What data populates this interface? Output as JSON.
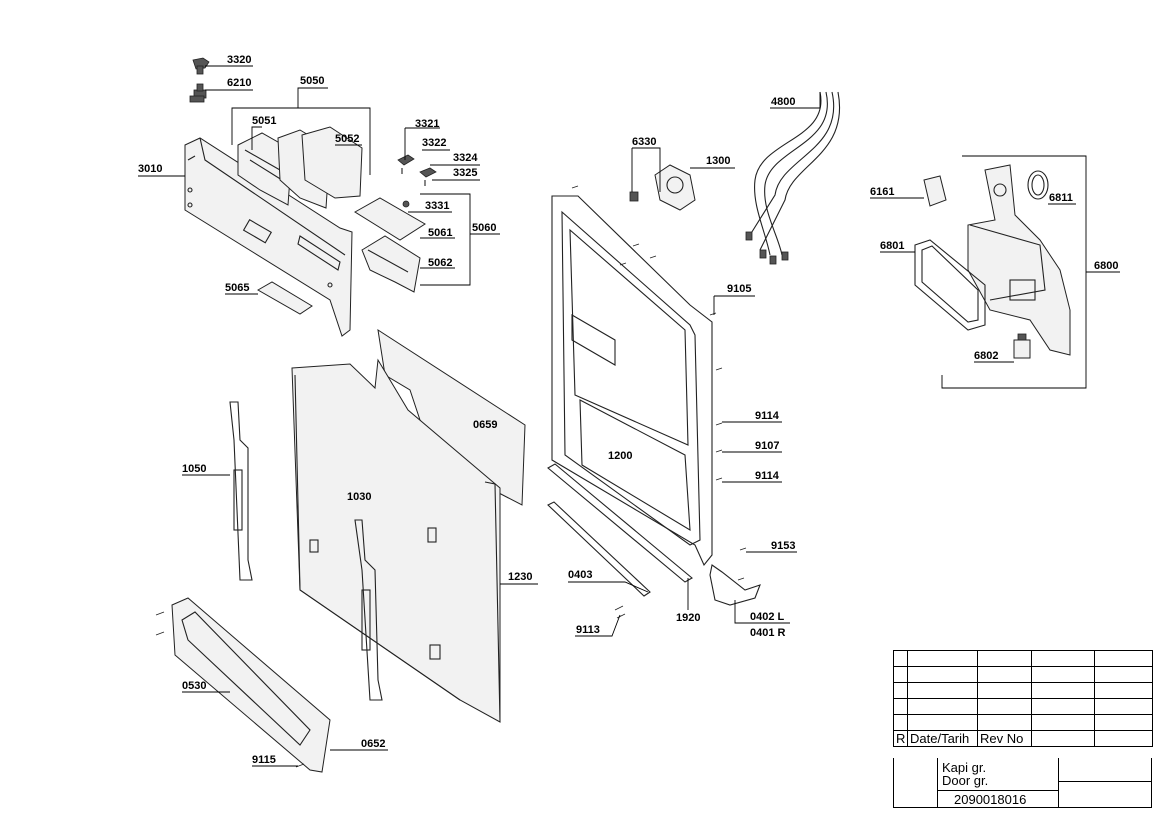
{
  "callouts": [
    {
      "id": "c3320",
      "text": "3320"
    },
    {
      "id": "c6210",
      "text": "6210"
    },
    {
      "id": "c5050",
      "text": "5050"
    },
    {
      "id": "c5051",
      "text": "5051"
    },
    {
      "id": "c5052",
      "text": "5052"
    },
    {
      "id": "c3010",
      "text": "3010"
    },
    {
      "id": "c3321",
      "text": "3321"
    },
    {
      "id": "c3322",
      "text": "3322"
    },
    {
      "id": "c3324",
      "text": "3324"
    },
    {
      "id": "c3325",
      "text": "3325"
    },
    {
      "id": "c3331",
      "text": "3331"
    },
    {
      "id": "c5061",
      "text": "5061"
    },
    {
      "id": "c5060",
      "text": "5060"
    },
    {
      "id": "c5062",
      "text": "5062"
    },
    {
      "id": "c5065",
      "text": "5065"
    },
    {
      "id": "c6330",
      "text": "6330"
    },
    {
      "id": "c1300",
      "text": "1300"
    },
    {
      "id": "c4800",
      "text": "4800"
    },
    {
      "id": "c6161",
      "text": "6161"
    },
    {
      "id": "c6811",
      "text": "6811"
    },
    {
      "id": "c6801",
      "text": "6801"
    },
    {
      "id": "c6800",
      "text": "6800"
    },
    {
      "id": "c6802",
      "text": "6802"
    },
    {
      "id": "c9105",
      "text": "9105"
    },
    {
      "id": "c9114a",
      "text": "9114"
    },
    {
      "id": "c9107",
      "text": "9107"
    },
    {
      "id": "c9114b",
      "text": "9114"
    },
    {
      "id": "c9153",
      "text": "9153"
    },
    {
      "id": "c1200",
      "text": "1200"
    },
    {
      "id": "c0659",
      "text": "0659"
    },
    {
      "id": "c1030",
      "text": "1030"
    },
    {
      "id": "c1050",
      "text": "1050"
    },
    {
      "id": "c1230",
      "text": "1230"
    },
    {
      "id": "c0403",
      "text": "0403"
    },
    {
      "id": "c1920",
      "text": "1920"
    },
    {
      "id": "c9113",
      "text": "9113"
    },
    {
      "id": "c0402",
      "text": "0402 L"
    },
    {
      "id": "c0401",
      "text": "0401 R"
    },
    {
      "id": "c0530",
      "text": "0530"
    },
    {
      "id": "c0652",
      "text": "0652"
    },
    {
      "id": "c9115",
      "text": "9115"
    }
  ],
  "title_block": {
    "r_label": "R",
    "date_label": "Date/Tarih",
    "rev_label": "Rev No",
    "group_tr": "Kapi gr.",
    "group_en": "Door gr.",
    "drawing_number": "2090018016"
  }
}
